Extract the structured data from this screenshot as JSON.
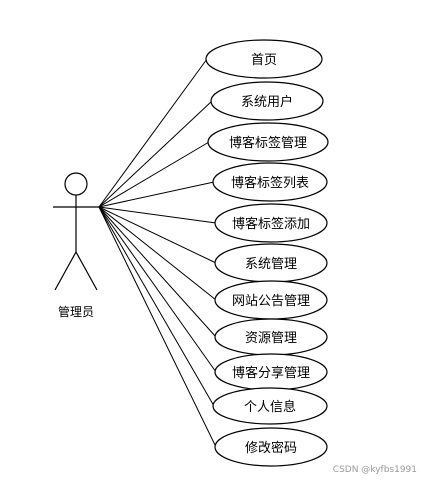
{
  "actor": {
    "label": "管理员"
  },
  "use_cases": [
    {
      "label": "首页"
    },
    {
      "label": "系统用户"
    },
    {
      "label": "博客标签管理"
    },
    {
      "label": "博客标签列表"
    },
    {
      "label": "博客标签添加"
    },
    {
      "label": "系统管理"
    },
    {
      "label": "网站公告管理"
    },
    {
      "label": "资源管理"
    },
    {
      "label": "博客分享管理"
    },
    {
      "label": "个人信息"
    },
    {
      "label": "修改密码"
    }
  ],
  "watermark": "CSDN @kyfbs1991",
  "colors": {
    "stroke": "#000000",
    "background": "#ffffff",
    "watermark": "#9a9a9a"
  }
}
